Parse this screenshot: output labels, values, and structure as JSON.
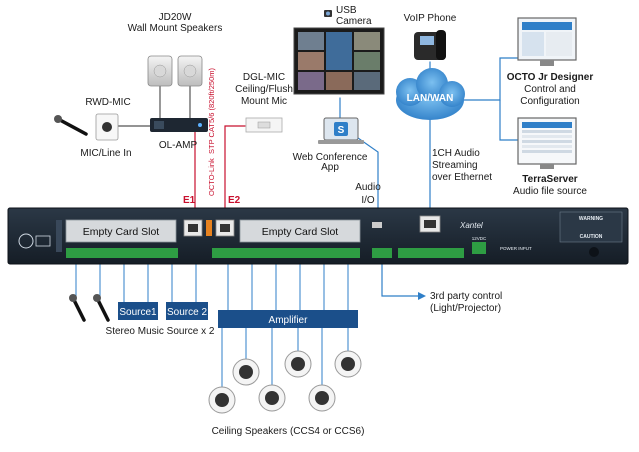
{
  "labels": {
    "jd20w_model": "JD20W",
    "jd20w_desc": "Wall Mount Speakers",
    "rwd_mic": "RWD-MIC",
    "mic_line_in": "MIC/Line In",
    "ol_amp": "OL-AMP",
    "dgl_mic_1": "DGL-MIC",
    "dgl_mic_2": "Ceiling/Flush",
    "dgl_mic_3": "Mount Mic",
    "usb_camera_1": "USB",
    "usb_camera_2": "Camera",
    "web_conf_1": "Web Conference",
    "web_conf_2": "App",
    "voip_phone": "VoIP Phone",
    "lan_wan": "LAN/WAN",
    "octo_designer_1": "OCTO Jr Designer",
    "octo_designer_2": "Control and",
    "octo_designer_3": "Configuration",
    "audio_stream_1": "1CH Audio",
    "audio_stream_2": "Streaming",
    "audio_stream_3": "over Ethernet",
    "terraserver_1": "TerraServer",
    "terraserver_2": "Audio file source",
    "audio_io_1": "Audio",
    "audio_io_2": "I/O",
    "octo_link": "OCTO-Link",
    "cable_spec": "STP CAT5/6 (820ft/250m)",
    "e1": "E1",
    "e2": "E2",
    "empty_slot_left": "Empty Card Slot",
    "empty_slot_right": "Empty Card Slot",
    "source1": "Source1",
    "source2": "Source 2",
    "amplifier": "Amplifier",
    "stereo_music": "Stereo Music Source x 2",
    "third_party_1": "3rd party control",
    "third_party_2": "(Light/Projector)",
    "ceiling_speakers": "Ceiling Speakers (CCS4 or CCS6)",
    "brand": "Xantel",
    "warning": "WARNING",
    "caution": "CAUTION",
    "power_input": "POWER INPUT",
    "voltage": "12VDC"
  },
  "colors": {
    "network_blue": "#2f7fc8",
    "link_red": "#c8102e",
    "device_dark": "#1f2a36",
    "slot_gray": "#d6d9dc",
    "connector_green": "#2e9d43",
    "label_blue": "#1b4f8a"
  }
}
